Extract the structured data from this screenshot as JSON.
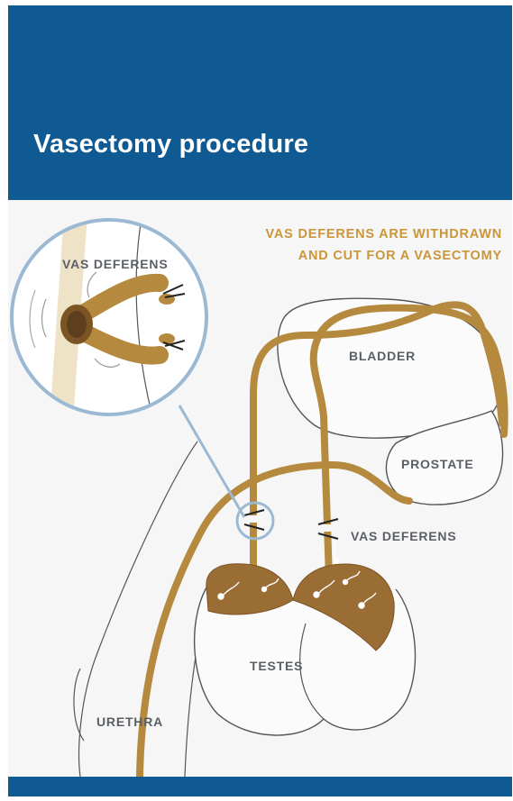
{
  "header": {
    "title": "Vasectomy procedure"
  },
  "diagram": {
    "caption_line1": "VAS DEFERENS ARE WITHDRAWN",
    "caption_line2": "AND CUT FOR A VASECTOMY",
    "inset_label": "VAS DEFERENS",
    "labels": {
      "bladder": "BLADDER",
      "prostate": "PROSTATE",
      "vas_deferens": "VAS DEFERENS",
      "testes": "TESTES",
      "urethra": "URETHRA"
    }
  },
  "colors": {
    "header_bg": "#105a94",
    "tube": "#b58a3f",
    "testis_fill": "#9a6d34",
    "caption": "#c9963a",
    "label": "#5a5f66",
    "outline": "#555555",
    "inset_ring": "#9bb9d3"
  },
  "icons": [
    "vasectomy-anatomy-diagram",
    "magnifier-inset"
  ]
}
